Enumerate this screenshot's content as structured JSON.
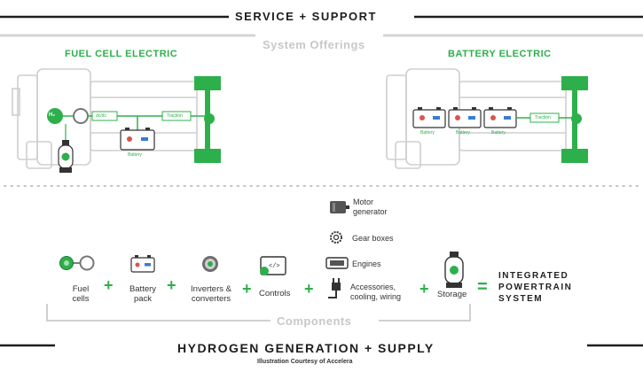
{
  "header": {
    "top": "SERVICE + SUPPORT",
    "bottom": "HYDROGEN GENERATION + SUPPLY",
    "credit": "Illustration Courtesy of Accelera"
  },
  "offerings": {
    "label": "System Offerings",
    "fuel_cell_title": "FUEL CELL ELECTRIC",
    "battery_title": "BATTERY ELECTRIC",
    "fc_parts": {
      "h2": "H₂",
      "dcdc": "dc/dc",
      "traction": "Traction",
      "battery": "Battery"
    },
    "be_parts": {
      "battery": "Battery",
      "traction": "Traction"
    }
  },
  "components": {
    "label": "Components",
    "fuel_cells": "Fuel cells",
    "battery_pack": "Battery pack",
    "inverters": "Inverters & converters",
    "controls": "Controls",
    "motor": "Motor generator",
    "gear": "Gear boxes",
    "engines": "Engines",
    "accessories": "Accessories, cooling, wiring",
    "storage": "Storage",
    "result": "INTEGRATED POWERTRAIN SYSTEM"
  },
  "colors": {
    "accent": "#2db04b",
    "outline": "#c8c8c8",
    "dark": "#1d1d1d"
  }
}
